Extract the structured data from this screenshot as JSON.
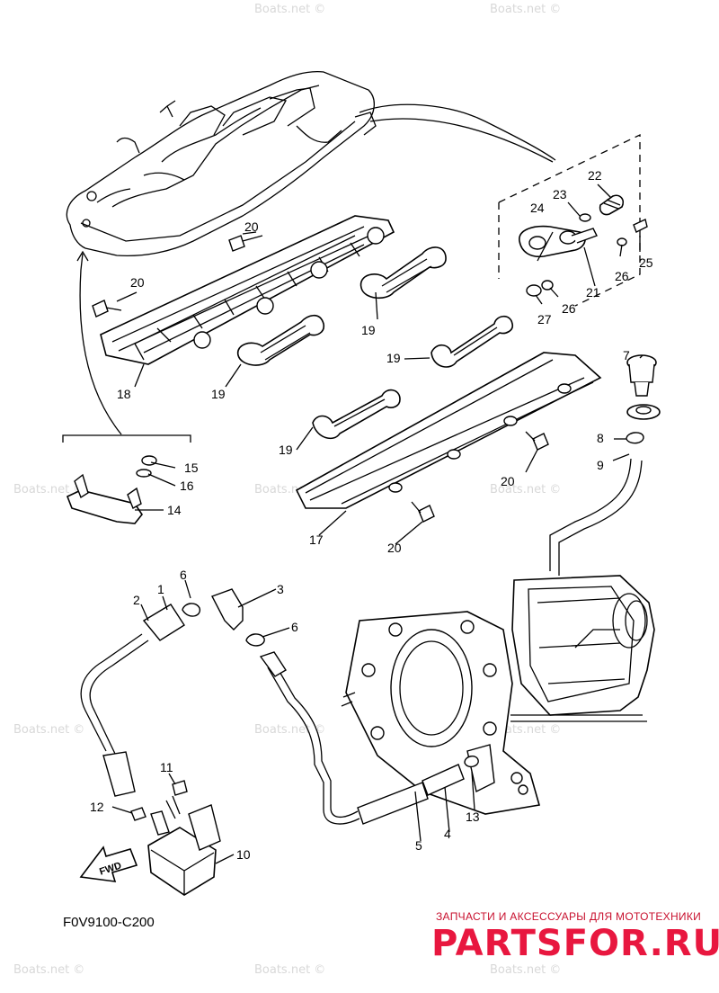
{
  "watermark": "Boats.net ©",
  "diagram_code": "F0V9100-C200",
  "fwd_label": "FWD",
  "brand": {
    "tagline": "ЗАПЧАСТИ И АКСЕССУАРЫ ДЛЯ МОТОТЕХНИКИ",
    "name": "PARTSFOR.RU",
    "color": "#e8173f"
  },
  "callouts": {
    "c1": "1",
    "c2": "2",
    "c3": "3",
    "c4": "4",
    "c5": "5",
    "c6a": "6",
    "c6b": "6",
    "c7": "7",
    "c8": "8",
    "c9": "9",
    "c10": "10",
    "c11": "11",
    "c12": "12",
    "c13": "13",
    "c14": "14",
    "c15": "15",
    "c16": "16",
    "c17": "17",
    "c18": "18",
    "c19a": "19",
    "c19b": "19",
    "c19c": "19",
    "c19d": "19",
    "c20a": "20",
    "c20b": "20",
    "c20c": "20",
    "c20d": "20",
    "c21": "21",
    "c22": "22",
    "c23": "23",
    "c24": "24",
    "c25": "25",
    "c26a": "26",
    "c26b": "26",
    "c27": "27"
  }
}
